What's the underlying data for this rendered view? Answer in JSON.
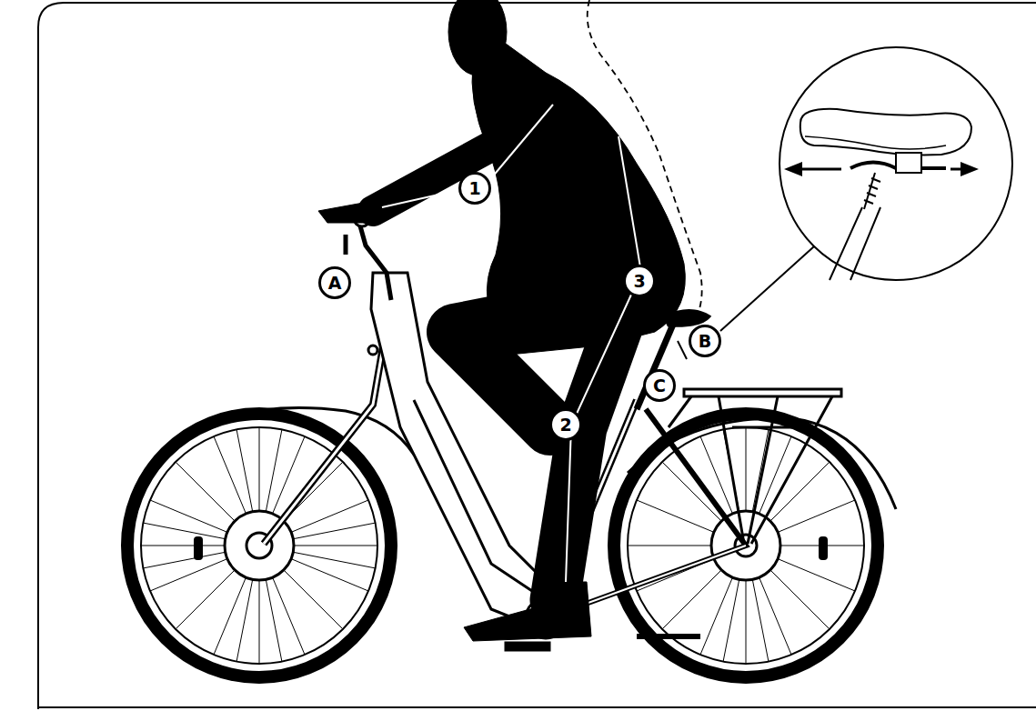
{
  "diagram": {
    "labels": [
      "1",
      "A",
      "3",
      "B",
      "C",
      "2"
    ]
  }
}
